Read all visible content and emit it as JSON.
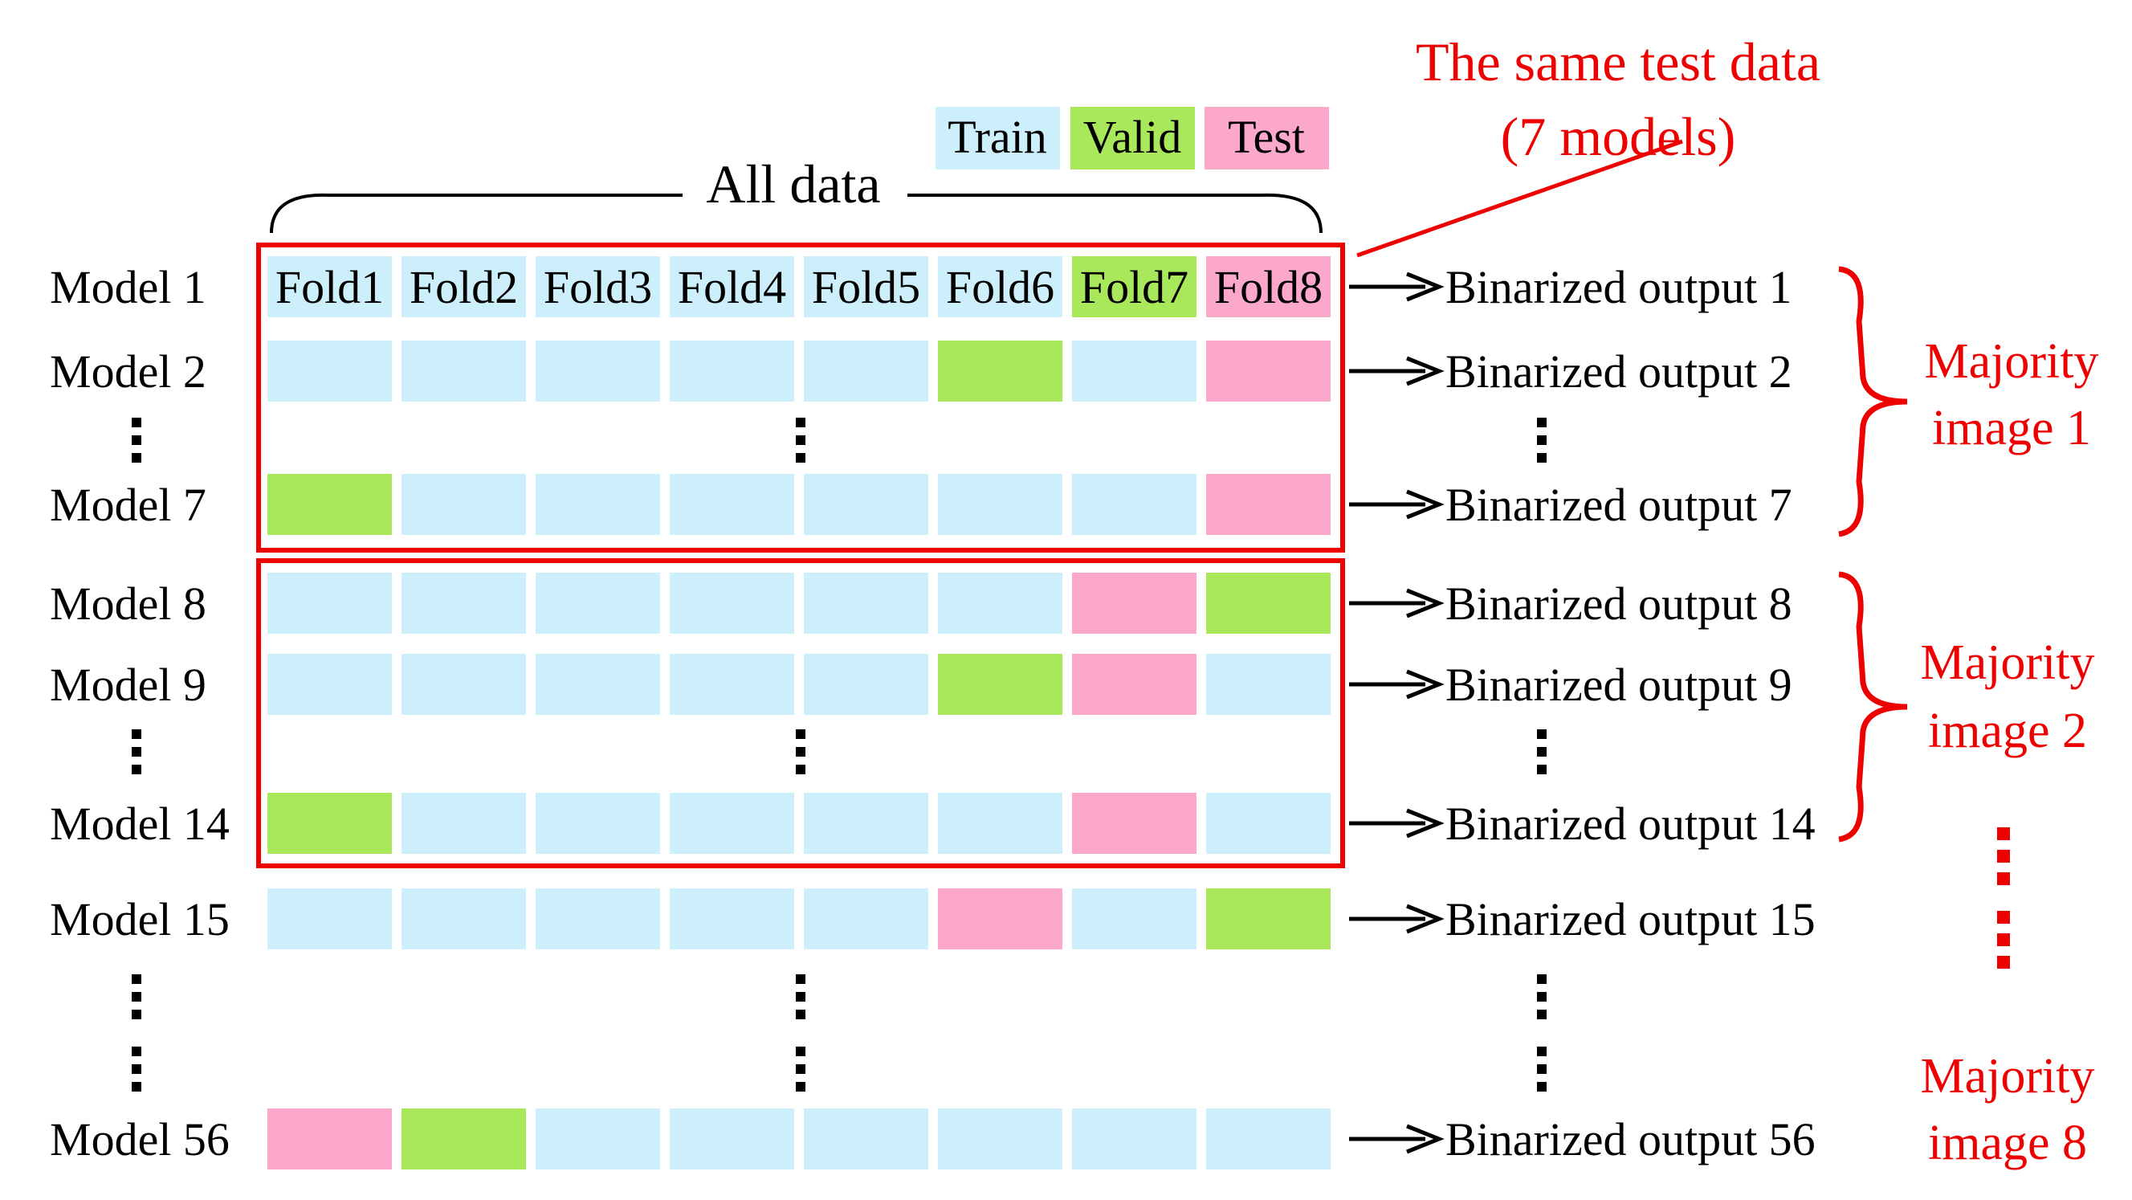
{
  "legend": [
    {
      "label": "Train",
      "color": "#cdeefb"
    },
    {
      "label": "Valid",
      "color": "#a8e85a"
    },
    {
      "label": "Test",
      "color": "#fba8cb"
    }
  ],
  "colors": {
    "train": "#cdeefb",
    "valid": "#a8e85a",
    "test": "#fba8cb",
    "highlight": "#ee0000",
    "text": "#000000"
  },
  "all_data_label": "All data",
  "fold_labels": [
    "Fold1",
    "Fold2",
    "Fold3",
    "Fold4",
    "Fold5",
    "Fold6",
    "Fold7",
    "Fold8"
  ],
  "callout": {
    "line1": "The same test data",
    "line2": "(7 models)"
  },
  "rows": [
    {
      "model": "Model 1",
      "output": "Binarized output 1",
      "folds": [
        "train",
        "train",
        "train",
        "train",
        "train",
        "train",
        "valid",
        "test"
      ]
    },
    {
      "model": "Model 2",
      "output": "Binarized output 2",
      "folds": [
        "train",
        "train",
        "train",
        "train",
        "train",
        "valid",
        "train",
        "test"
      ]
    },
    {
      "model": "Model 7",
      "output": "Binarized output 7",
      "folds": [
        "valid",
        "train",
        "train",
        "train",
        "train",
        "train",
        "train",
        "test"
      ]
    },
    {
      "model": "Model 8",
      "output": "Binarized output 8",
      "folds": [
        "train",
        "train",
        "train",
        "train",
        "train",
        "train",
        "test",
        "valid"
      ]
    },
    {
      "model": "Model 9",
      "output": "Binarized output 9",
      "folds": [
        "train",
        "train",
        "train",
        "train",
        "train",
        "valid",
        "test",
        "train"
      ]
    },
    {
      "model": "Model 14",
      "output": "Binarized output 14",
      "folds": [
        "valid",
        "train",
        "train",
        "train",
        "train",
        "train",
        "test",
        "train"
      ]
    },
    {
      "model": "Model 15",
      "output": "Binarized output 15",
      "folds": [
        "train",
        "train",
        "train",
        "train",
        "train",
        "test",
        "train",
        "valid"
      ]
    },
    {
      "model": "Model 56",
      "output": "Binarized output 56",
      "folds": [
        "test",
        "valid",
        "train",
        "train",
        "train",
        "train",
        "train",
        "train"
      ]
    }
  ],
  "majority": [
    {
      "line1": "Majority",
      "line2": "image 1"
    },
    {
      "line1": "Majority",
      "line2": "image 2"
    },
    {
      "line1": "Majority",
      "line2": "image 8"
    }
  ]
}
